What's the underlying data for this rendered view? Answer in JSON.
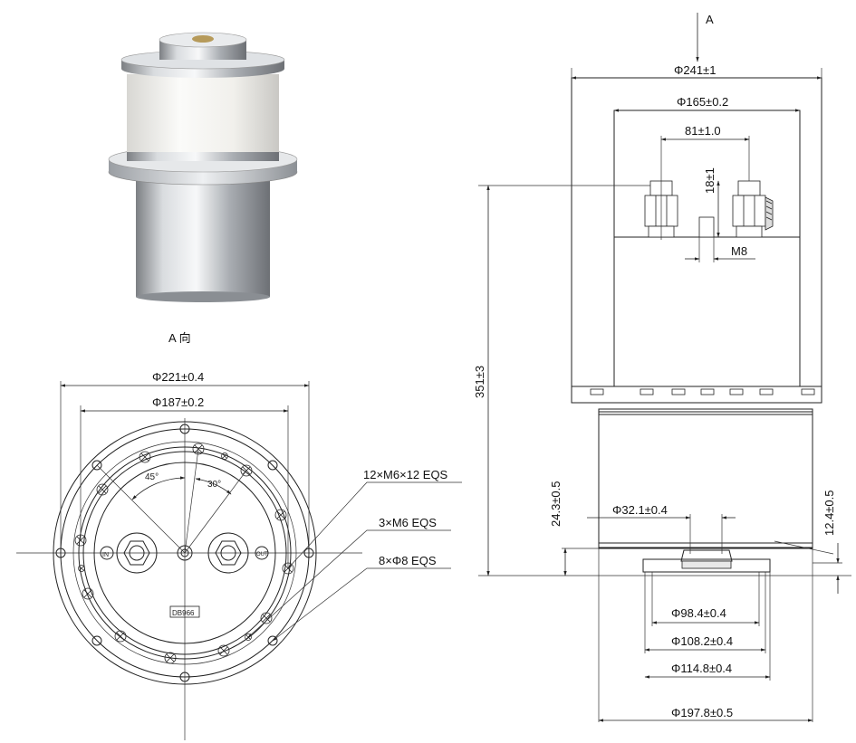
{
  "views": {
    "direction_label": "A 向",
    "arrow_label": "A"
  },
  "bottom_view": {
    "dims": {
      "outer_flange": "Φ221±0.4",
      "bolt_circle": "Φ187±0.2",
      "angle_45": "45°",
      "angle_30": "30°"
    },
    "callouts": {
      "m6x12": "12×M6×12  EQS",
      "m6": "3×M6 EQS",
      "phi8": "8×Φ8 EQS"
    },
    "port_in": "IN",
    "port_out": "OUT",
    "model_tag": "DB966"
  },
  "side_view": {
    "dims": {
      "overall_diameter": "Φ241±1",
      "terminal_circle": "Φ165±0.2",
      "terminal_spacing": "81±1.0",
      "terminal_height": "18±1",
      "thread": "M8",
      "overall_height": "351±3",
      "flange_height": "24.3±0.5",
      "lower_step": "12.4±0.5",
      "bore": "Φ32.1±0.4",
      "d1": "Φ98.4±0.4",
      "d2": "Φ108.2±0.4",
      "d3": "Φ114.8±0.4",
      "d4": "Φ197.8±0.5"
    }
  }
}
